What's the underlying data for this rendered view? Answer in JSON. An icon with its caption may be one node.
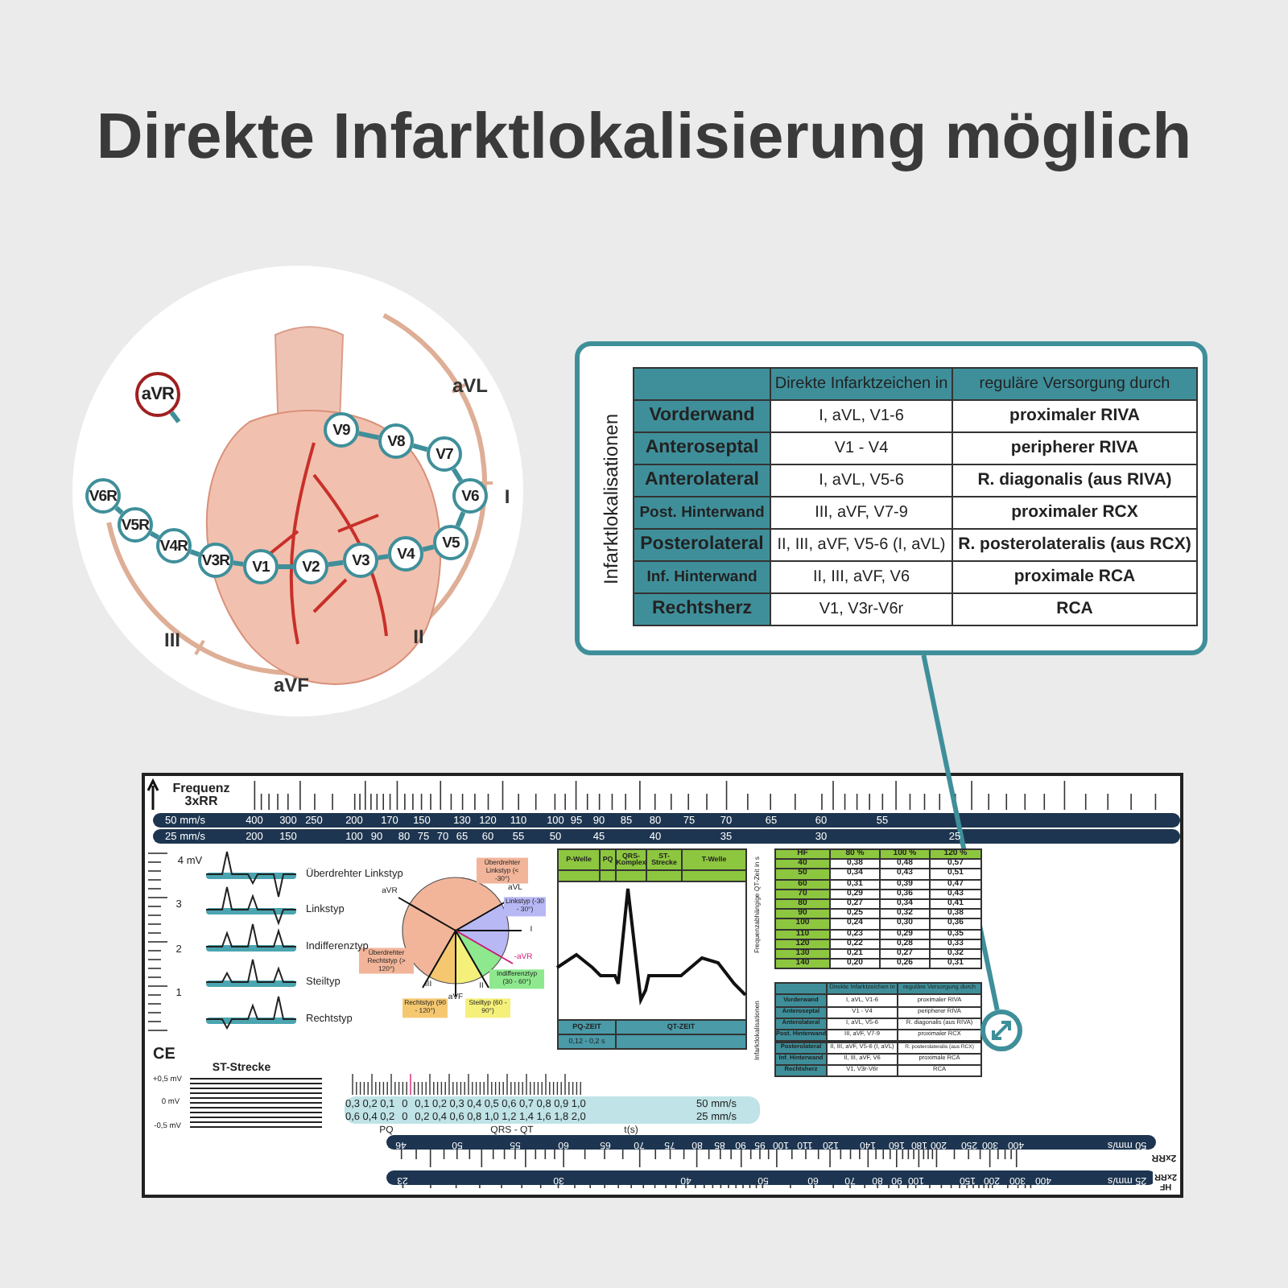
{
  "diagram": {
    "title": "Direkte Infarktlokalisierung möglich",
    "nodes": [
      {
        "text": [
          "aVR"
        ]
      },
      {
        "text": [
          "V9"
        ]
      },
      {
        "text": [
          "V8"
        ]
      },
      {
        "text": [
          "V7"
        ]
      },
      {
        "text": [
          "V6"
        ]
      },
      {
        "text": [
          "V5"
        ]
      },
      {
        "text": [
          "V4"
        ]
      },
      {
        "text": [
          "V3"
        ]
      },
      {
        "text": [
          "V2"
        ]
      },
      {
        "text": [
          "V1"
        ]
      },
      {
        "text": [
          "V3R"
        ]
      },
      {
        "text": [
          "V4R"
        ]
      },
      {
        "text": [
          "V5R"
        ]
      },
      {
        "text": [
          "V6R"
        ]
      },
      {
        "text": [
          "Infarktlokalisationen"
        ]
      },
      {
        "text": [],
        "shape": "circle"
      },
      {
        "text": [
          "Überdrehter Linkstyp (< -30°)"
        ]
      },
      {
        "text": [
          "Linkstyp (-30 - 30°)"
        ]
      },
      {
        "text": [
          "Indifferenztyp (30 - 60°)"
        ]
      },
      {
        "text": [
          "Steiltyp (60 - 90°)"
        ]
      },
      {
        "text": [
          "Rechtstyp (90 - 120°)"
        ]
      },
      {
        "text": [
          "Überdrehter Rechtstyp (> 120°)"
        ]
      }
    ],
    "edges": [
      {
        "from": 0,
        "to": null,
        "arrow": "none"
      },
      {
        "from": 1,
        "to": 2,
        "arrow": "none"
      },
      {
        "from": 2,
        "to": 3,
        "arrow": "none"
      },
      {
        "from": 3,
        "to": 4,
        "arrow": "none"
      },
      {
        "from": 4,
        "to": 5,
        "arrow": "none"
      },
      {
        "from": 5,
        "to": 6,
        "arrow": "none"
      },
      {
        "from": 6,
        "to": 7,
        "arrow": "none"
      },
      {
        "from": 7,
        "to": 8,
        "arrow": "none"
      },
      {
        "from": 8,
        "to": 9,
        "arrow": "none"
      },
      {
        "from": 9,
        "to": 10,
        "arrow": "none"
      },
      {
        "from": 10,
        "to": 11,
        "arrow": "none"
      },
      {
        "from": 11,
        "to": 12,
        "arrow": "none"
      },
      {
        "from": 12,
        "to": 13,
        "arrow": "none"
      },
      {
        "from": 14,
        "to": 15,
        "arrow": "none"
      }
    ],
    "labels": [
      "aVL",
      "I",
      "III",
      "II",
      "aVF",
      "Direkte Infarktzeichen in",
      "reguläre Versorgung durch",
      "Vorderwand",
      "I, aVL, V1-6",
      "proximaler RIVA",
      "Anteroseptal",
      "V1 - V4",
      "peripherer RIVA",
      "Anterolateral",
      "I, aVL, V5-6",
      "R. diagonalis (aus RIVA)",
      "Post. Hinterwand",
      "III, aVF, V7-9",
      "proximaler RCX",
      "Posterolateral",
      "II, III, aVF, V5-6 (I, aVL)",
      "R. posterolateralis (aus RCX)",
      "Inf. Hinterwand",
      "II, III, aVF, V6",
      "proximale RCA",
      "Rechtsherz",
      "V1, V3r-V6r",
      "RCA",
      "Frequenz 3xRR",
      "50 mm/s",
      "400",
      "300",
      "250",
      "200",
      "170",
      "150",
      "130",
      "120",
      "110",
      "100",
      "95",
      "90",
      "85",
      "80",
      "75",
      "70",
      "65",
      "60",
      "55",
      "25 mm/s",
      "200",
      "150",
      "100",
      "90",
      "80",
      "75",
      "70",
      "65",
      "60",
      "55",
      "50",
      "45",
      "40",
      "35",
      "30",
      "25",
      "4 mV",
      "3",
      "2",
      "1",
      "Überdrehter Linkstyp",
      "Linkstyp",
      "Indifferenztyp",
      "Steiltyp",
      "Rechtstyp",
      "aVR",
      "aVL",
      "I",
      "-aVR",
      "II",
      "aVF",
      "III",
      "P-Welle",
      "PQ",
      "QRS-Komplex",
      "ST-Strecke",
      "T-Welle",
      "PQ-ZEIT",
      "QT-ZEIT",
      "0,12 - 0,2 s",
      "Frequenzabhängige QT-Zeit in s",
      "HF",
      "80 %",
      "100 %",
      "120 %",
      "40",
      "0,38",
      "0,48",
      "0,57",
      "50",
      "0,34",
      "0,43",
      "0,51",
      "60",
      "0,31",
      "0,39",
      "0,47",
      "70",
      "0,29",
      "0,36",
      "0,43",
      "80",
      "0,27",
      "0,34",
      "0,41",
      "90",
      "0,25",
      "0,32",
      "0,38",
      "100",
      "0,24",
      "0,30",
      "0,36",
      "110",
      "0,23",
      "0,29",
      "0,35",
      "120",
      "0,22",
      "0,28",
      "0,33",
      "130",
      "0,21",
      "0,27",
      "0,32",
      "140",
      "0,20",
      "0,26",
      "0,31",
      "Infarktlokalisationen",
      "Direkte Infarktzeichen in",
      "reguläre Versorgung durch",
      "Vorderwand",
      "I, aVL, V1-6",
      "proximaler RIVA",
      "Anteroseptal",
      "V1 - V4",
      "peripherer RIVA",
      "Anterolateral",
      "I, aVL, V5-6",
      "R. diagonalis (aus RIVA)",
      "Post. Hinterwand",
      "III, aVF, V7-9",
      "proximaler RCX",
      "Posterolateral",
      "II, III, aVF, V5-6 (I, aVL)",
      "R. posterolateralis (aus RCX)",
      "Inf. Hinterwand",
      "II, III, aVF, V6",
      "proximale RCA",
      "Rechtsherz",
      "V1, V3r-V6r",
      "RCA",
      "CE",
      "ST-Strecke",
      "+0,5 mV",
      "0 mV",
      "-0,5 mV",
      "0,3",
      "0,2",
      "0,1",
      "0",
      "0,1",
      "0,2",
      "0,3",
      "0,4",
      "0,5",
      "0,6",
      "0,7",
      "0,8",
      "0,9",
      "1,0",
      "50 mm/s",
      "0,6",
      "0,4",
      "0,2",
      "0",
      "0,2",
      "0,4",
      "0,6",
      "0,8",
      "1,0",
      "1,2",
      "1,4",
      "1,6",
      "1,8",
      "2,0",
      "25 mm/s",
      "PQ",
      "QRS - QT",
      "t(s)",
      "46",
      "50",
      "55",
      "60",
      "65",
      "70",
      "75",
      "80",
      "85",
      "90",
      "95",
      "100",
      "110",
      "120",
      "140",
      "160",
      "180",
      "200",
      "250",
      "300",
      "400",
      "50 mm/s",
      "2xRR",
      "23",
      "30",
      "40",
      "50",
      "60",
      "70",
      "80",
      "90",
      "100",
      "150",
      "200",
      "300",
      "400",
      "25 mm/s",
      "HF 2xRR"
    ]
  }
}
